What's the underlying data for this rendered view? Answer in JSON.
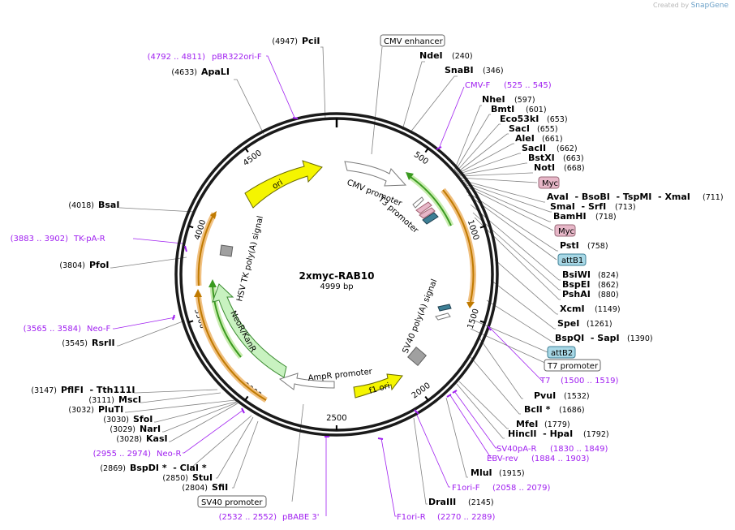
{
  "brand": {
    "prefix": "Created by",
    "name": "SnapGene"
  },
  "plasmid": {
    "name": "2xmyc-RAB10",
    "size_label": "4999 bp",
    "total_bp": 4999
  },
  "ticks": [
    "500",
    "1000",
    "1500",
    "2000",
    "2500",
    "3000",
    "3500",
    "4000",
    "4500"
  ],
  "features": {
    "cmv_promoter": "CMV promoter",
    "t3_promoter": "T3 promoter",
    "sv40_polya": "SV40 poly(A) signal",
    "f1_ori": "f1 ori",
    "ampr_promoter": "AmpR promoter",
    "neo": "NeoR/KanR",
    "hsv_tk": "HSV TK poly(A) signal",
    "ori": "ori"
  },
  "boxed_labels": {
    "cmv_enhancer": "CMV enhancer",
    "myc1": "Myc",
    "myc2": "Myc",
    "attb1": "attB1",
    "attb2": "attB2",
    "t7_promoter": "T7 promoter",
    "sv40_promoter": "SV40 promoter"
  },
  "sites": {
    "pcil": {
      "pos": "(4947)",
      "name": "PciI"
    },
    "apali": {
      "pos": "(4633)",
      "name": "ApaLI"
    },
    "ndei": {
      "name": "NdeI",
      "pos": "(240)"
    },
    "snabi": {
      "name": "SnaBI",
      "pos": "(346)"
    },
    "nhei": {
      "name": "NheI",
      "pos": "(597)"
    },
    "bmti": {
      "name": "BmtI",
      "pos": "(601)"
    },
    "eco53ki": {
      "name": "Eco53kI",
      "pos": "(653)"
    },
    "saci": {
      "name": "SacI",
      "pos": "(655)"
    },
    "alei": {
      "name": "AleI",
      "pos": "(661)"
    },
    "sacii": {
      "name": "SacII",
      "pos": "(662)"
    },
    "bstxi": {
      "name": "BstXI",
      "pos": "(663)"
    },
    "noti": {
      "name": "NotI",
      "pos": "(668)"
    },
    "avai": {
      "name": "AvaI  - BsoBI  - TspMI  - XmaI",
      "pos": "(711)"
    },
    "smai": {
      "name": "SmaI  - SrfI",
      "pos": "(713)"
    },
    "bamhi": {
      "name": "BamHI",
      "pos": "(718)"
    },
    "psti": {
      "name": "PstI",
      "pos": "(758)"
    },
    "bsiwi": {
      "name": "BsiWI",
      "pos": "(824)"
    },
    "bspei": {
      "name": "BspEI",
      "pos": "(862)"
    },
    "pshai": {
      "name": "PshAI",
      "pos": "(880)"
    },
    "xcmi": {
      "name": "XcmI",
      "pos": "(1149)"
    },
    "spei": {
      "name": "SpeI",
      "pos": "(1261)"
    },
    "bspqi": {
      "name": "BspQI  - SapI",
      "pos": "(1390)"
    },
    "pvui": {
      "name": "PvuI",
      "pos": "(1532)"
    },
    "bcli": {
      "name": "BclI *",
      "pos": "(1686)"
    },
    "mfei": {
      "name": "MfeI",
      "pos": "(1779)"
    },
    "hincii": {
      "name": "HincII  - HpaI",
      "pos": "(1792)"
    },
    "mlui": {
      "name": "MluI",
      "pos": "(1915)"
    },
    "draiii": {
      "name": "DraIII",
      "pos": "(2145)"
    },
    "bsai": {
      "pos": "(4018)",
      "name": "BsaI"
    },
    "pfoi": {
      "pos": "(3804)",
      "name": "PfoI"
    },
    "rsrii": {
      "pos": "(3545)",
      "name": "RsrII"
    },
    "pflfi": {
      "pos": "(3147)",
      "name": "PflFI  - Tth111I"
    },
    "msci": {
      "pos": "(3111)",
      "name": "MscI"
    },
    "pluti": {
      "pos": "(3032)",
      "name": "PluTI"
    },
    "sfoi": {
      "pos": "(3030)",
      "name": "SfoI"
    },
    "nari": {
      "pos": "(3029)",
      "name": "NarI"
    },
    "kasi": {
      "pos": "(3028)",
      "name": "KasI"
    },
    "bspdi": {
      "pos": "(2869)",
      "name": "BspDI *  - ClaI *"
    },
    "stui": {
      "pos": "(2850)",
      "name": "StuI"
    },
    "sfii": {
      "pos": "(2804)",
      "name": "SfiI"
    }
  },
  "primers": {
    "pbr322": {
      "range": "(4792 .. 4811)",
      "name": "pBR322ori-F"
    },
    "cmvf": {
      "name": "CMV-F",
      "range": "(525 .. 545)"
    },
    "tkr": {
      "range": "(3883 .. 3902)",
      "name": "TK-pA-R"
    },
    "neof": {
      "range": "(3565 .. 3584)",
      "name": "Neo-F"
    },
    "t7": {
      "name": "T7",
      "range": "(1500 .. 1519)"
    },
    "sv40par": {
      "name": "SV40pA-R",
      "range": "(1830 .. 1849)"
    },
    "ebvrev": {
      "name": "EBV-rev",
      "range": "(1884 .. 1903)"
    },
    "f1orif": {
      "name": "F1ori-F",
      "range": "(2058 .. 2079)"
    },
    "f1orir": {
      "name": "F1ori-R",
      "range": "(2270 .. 2289)"
    },
    "neor": {
      "range": "(2955 .. 2974)",
      "name": "Neo-R"
    },
    "pbabe": {
      "range": "(2532 .. 2552)",
      "name": "pBABE 3'"
    }
  }
}
